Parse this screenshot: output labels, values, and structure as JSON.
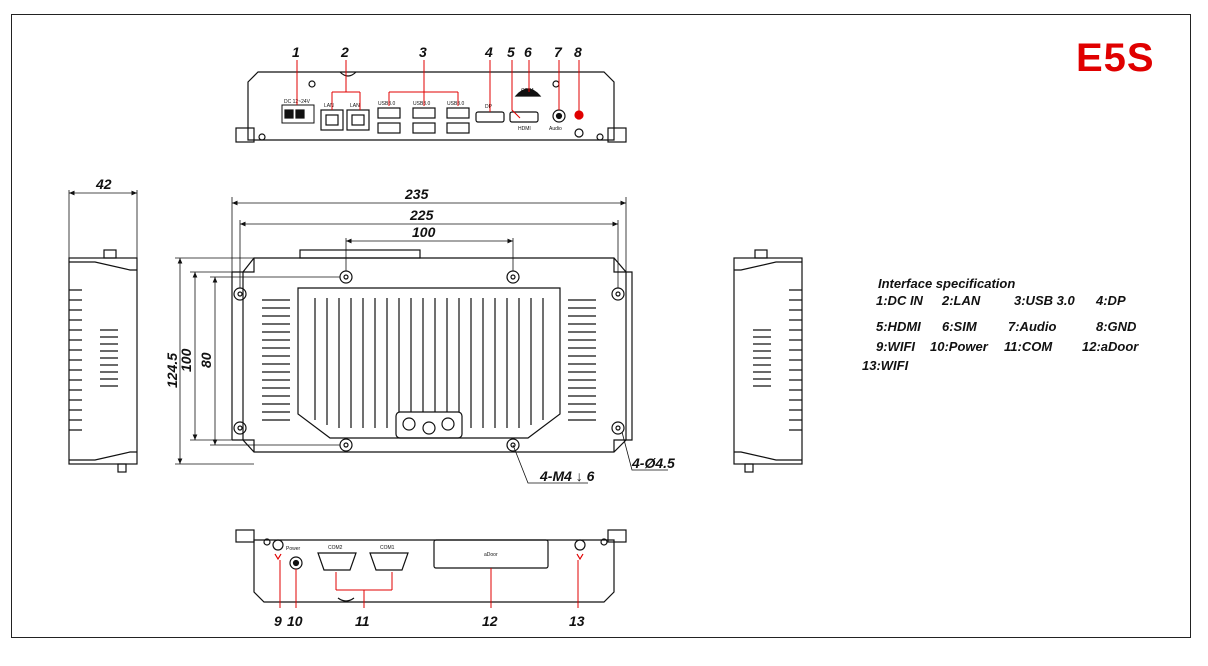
{
  "model": "E5S",
  "colors": {
    "model": "#e00000",
    "leader": "#e00000",
    "line": "#111111"
  },
  "callouts_top": [
    "1",
    "2",
    "3",
    "4",
    "5",
    "6",
    "7",
    "8"
  ],
  "callouts_bottom": [
    "9",
    "10",
    "11",
    "12",
    "13"
  ],
  "port_labels": {
    "dc": "DC 12~24V",
    "lan": "LAN",
    "usb": "USB3.0",
    "dp": "DP",
    "hdmi": "HDMI",
    "sim": "CSIM",
    "audio": "Audio",
    "power": "Power",
    "com1": "COM2",
    "com2": "COM1",
    "adoor": "aDoor"
  },
  "dimensions": {
    "d235": "235",
    "d225": "225",
    "d100_top": "100",
    "d42": "42",
    "d124_5": "124.5",
    "d100_side": "100",
    "d80": "80",
    "screw": "4-M4 ↓ 6",
    "hole": "4-Ø4.5"
  },
  "spec": {
    "title": "Interface specification",
    "items": [
      "1:DC IN",
      "2:LAN",
      "3:USB 3.0",
      "4:DP",
      "5:HDMI",
      "6:SIM",
      "7:Audio",
      "8:GND",
      "9:WIFI",
      "10:Power",
      "11:COM",
      "12:aDoor",
      "13:WIFI"
    ]
  }
}
